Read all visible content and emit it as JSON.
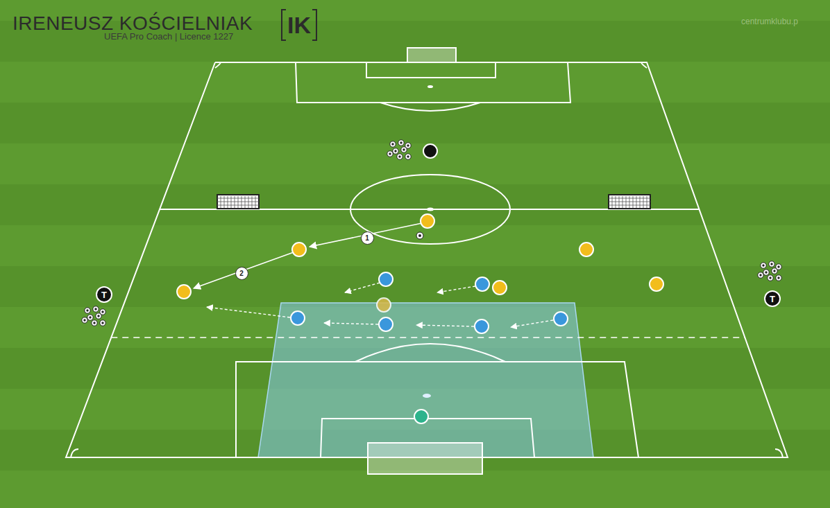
{
  "diagram": {
    "title": "IRENEUSZ KOŚCIELNIAK",
    "nodes": [
      {
        "text": [
          "IK"
        ]
      },
      {
        "text": [
          "T"
        ]
      },
      {
        "text": [
          "T"
        ]
      }
    ],
    "labels": [
      "UEFA Pro Coach | Licence 1227",
      "centrumklubu.p",
      "1",
      "2"
    ]
  }
}
